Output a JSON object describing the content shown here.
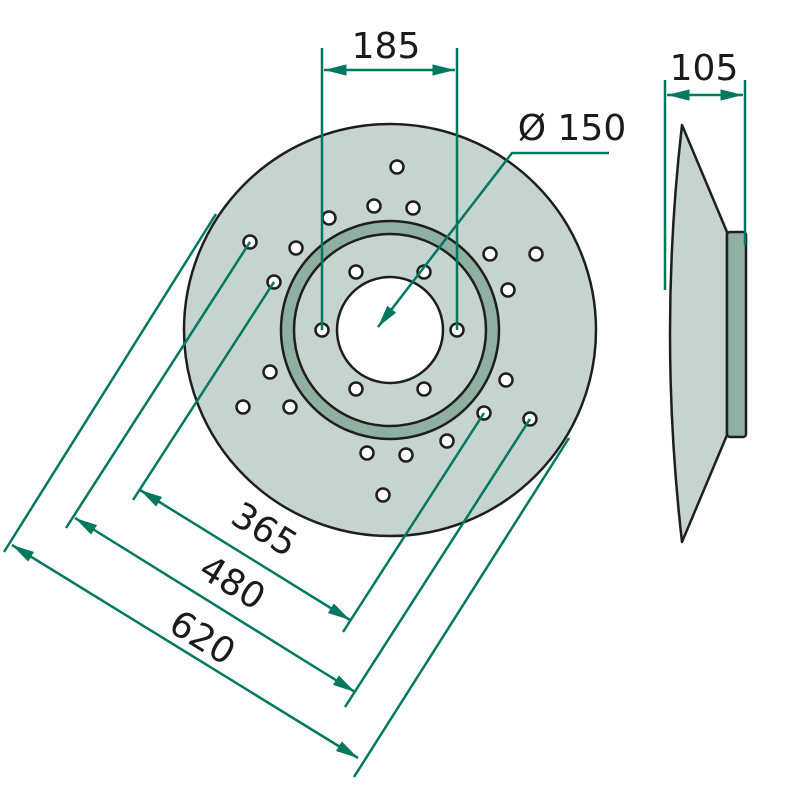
{
  "dimensions": {
    "hole_spacing": "185",
    "center_bore": "Ø 150",
    "depth": "105",
    "inner_pitch": "365",
    "outer_pitch": "480",
    "outer_diameter": "620"
  },
  "colors": {
    "disc": "#c6d4d0",
    "ring": "#8fafa3",
    "dimension_line": "#00775f",
    "outline": "#1e1e1e"
  }
}
